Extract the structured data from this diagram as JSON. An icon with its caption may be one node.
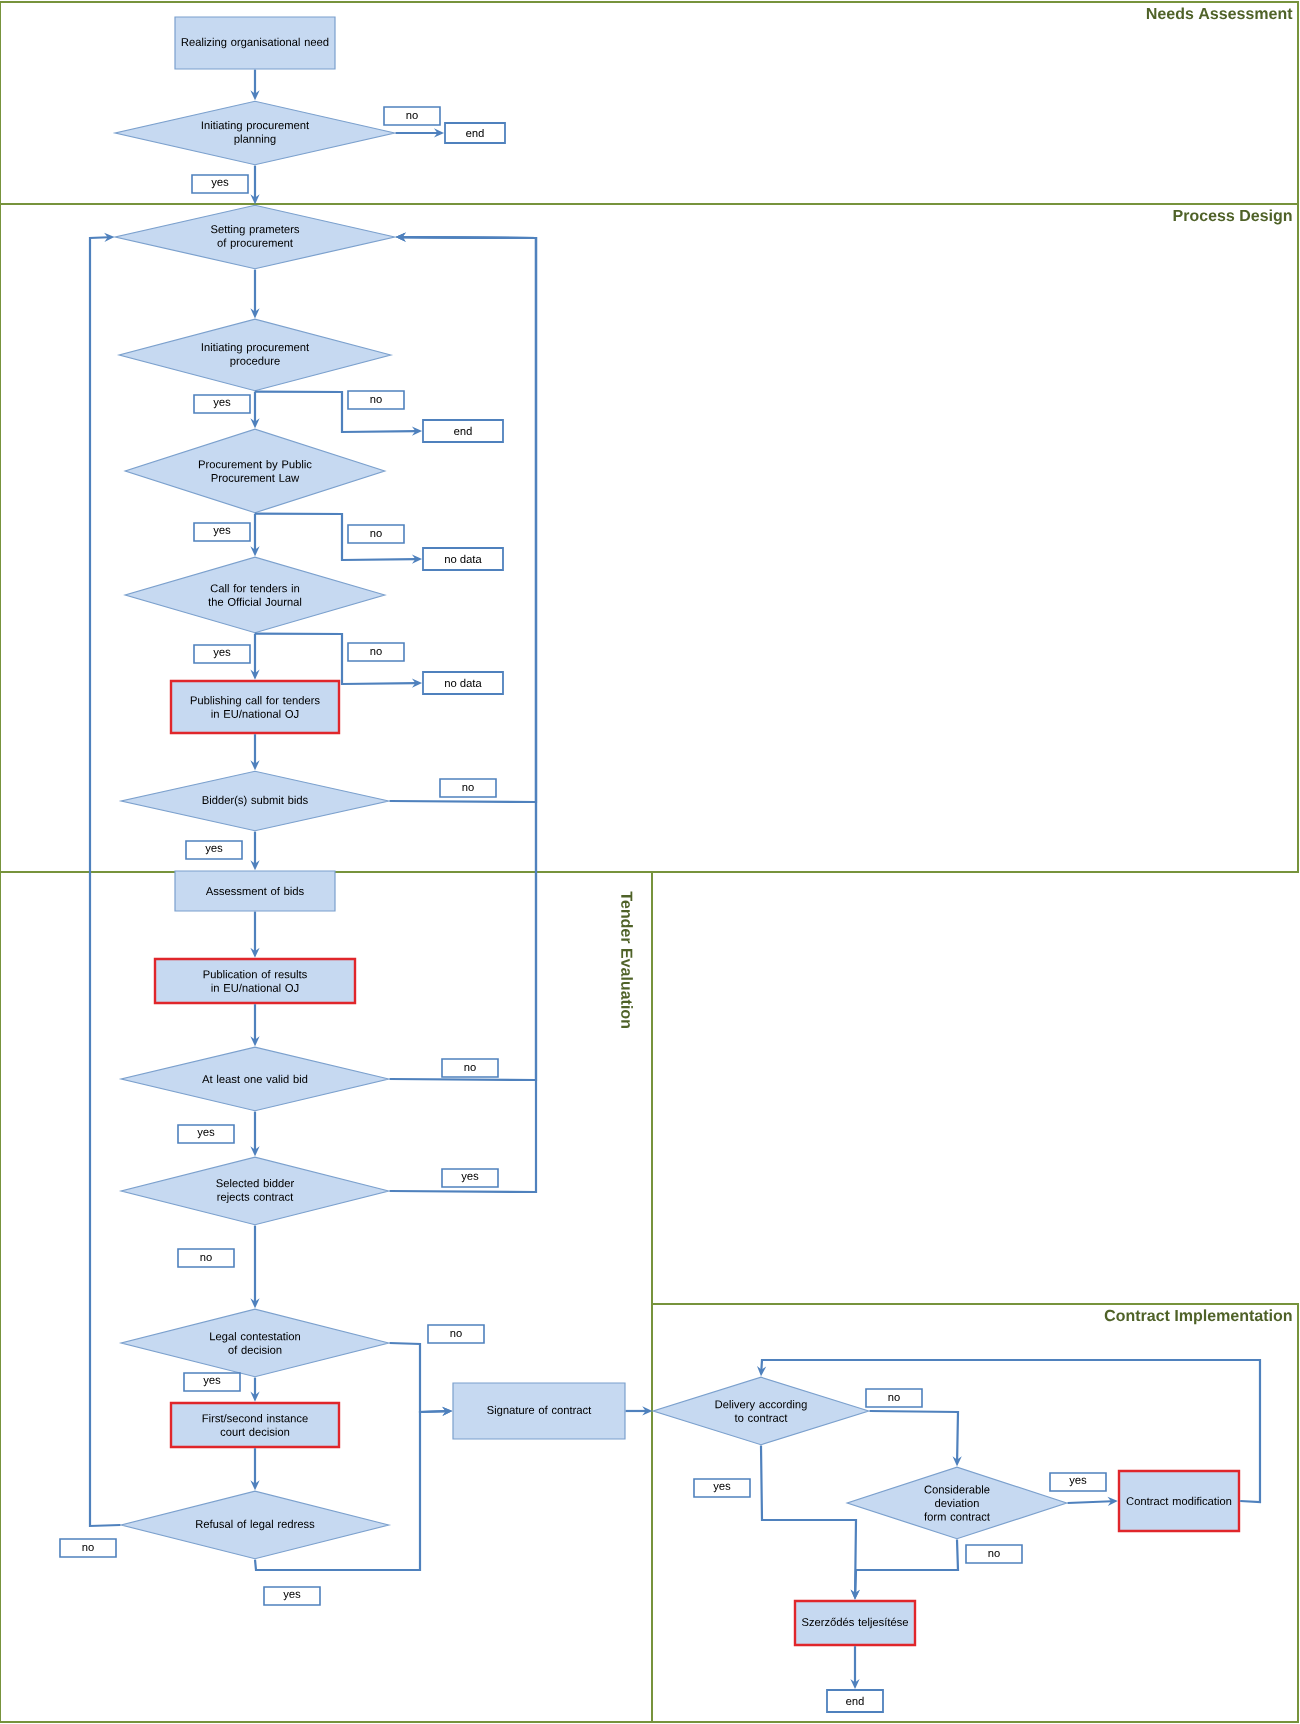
{
  "diagram": {
    "nodes": [
      {
        "text": [
          "Needs Assessment"
        ]
      },
      {
        "text": [
          "Process Design"
        ]
      },
      {
        "text": [
          "Tender Evaluation"
        ]
      },
      {
        "text": [
          "Contract Implementation"
        ]
      },
      {
        "text": [
          "Realizing organisational need"
        ],
        "in": 0
      },
      {
        "text": [
          "Initiating procurement planning"
        ],
        "in": 0
      },
      {
        "text": [
          "end"
        ],
        "in": 0
      },
      {
        "text": [
          "Setting prameters of procurement"
        ],
        "in": 1
      },
      {
        "text": [
          "Initiating procurement procedure"
        ],
        "in": 1
      },
      {
        "text": [
          "end"
        ],
        "in": 1
      },
      {
        "text": [
          "Procurement by Public Procurement Law"
        ],
        "in": 1
      },
      {
        "text": [
          "no data"
        ],
        "in": 1
      },
      {
        "text": [
          "Call for tenders in the Official Journal"
        ],
        "in": 1
      },
      {
        "text": [
          "no data"
        ],
        "in": 1
      },
      {
        "text": [
          "Publishing call for tenders in EU/national OJ"
        ],
        "in": 1
      },
      {
        "text": [
          "Bidder(s) submit bids"
        ],
        "in": 1
      },
      {
        "text": [
          "Assessment of bids"
        ],
        "in": 2
      },
      {
        "text": [
          "Publication of results in EU/national OJ"
        ],
        "in": 2
      },
      {
        "text": [
          "At least one valid bid"
        ],
        "in": 2
      },
      {
        "text": [
          "Selected bidder rejects contract"
        ],
        "in": 2
      },
      {
        "text": [
          "Legal contestation of decision"
        ],
        "in": 2
      },
      {
        "text": [
          "First/second instance court decision"
        ],
        "in": 2
      },
      {
        "text": [
          "Refusal of legal redress"
        ],
        "in": 2
      },
      {
        "text": [
          "Signature of contract"
        ],
        "in": 2
      },
      {
        "text": [
          "Delivery according to contract"
        ],
        "in": 3
      },
      {
        "text": [
          "Considerable deviation form contract"
        ],
        "in": 3
      },
      {
        "text": [
          "Contract modification"
        ],
        "in": 3
      },
      {
        "text": [
          "Szerződés teljesítése"
        ],
        "in": 3
      },
      {
        "text": [
          "end"
        ],
        "in": 3
      }
    ],
    "edges": [
      {
        "from": 4,
        "to": 5,
        "arrow": "to"
      },
      {
        "from": 5,
        "to": 6,
        "arrow": "to",
        "label": "no"
      },
      {
        "from": 5,
        "to": 7,
        "arrow": "to",
        "label": "yes"
      },
      {
        "from": 7,
        "to": 8,
        "arrow": "to"
      },
      {
        "from": 8,
        "to": 10,
        "arrow": "to",
        "label": "yes"
      },
      {
        "from": 8,
        "to": 9,
        "arrow": "to",
        "label": "no"
      },
      {
        "from": 10,
        "to": 12,
        "arrow": "to",
        "label": "yes"
      },
      {
        "from": 10,
        "to": 11,
        "arrow": "to",
        "label": "no"
      },
      {
        "from": 12,
        "to": 14,
        "arrow": "to",
        "label": "yes"
      },
      {
        "from": 12,
        "to": 13,
        "arrow": "to",
        "label": "no"
      },
      {
        "from": 14,
        "to": 15,
        "arrow": "to"
      },
      {
        "from": 15,
        "to": 7,
        "arrow": "to",
        "label": "no"
      },
      {
        "from": 15,
        "to": 16,
        "arrow": "to",
        "label": "yes"
      },
      {
        "from": 16,
        "to": 17,
        "arrow": "to"
      },
      {
        "from": 17,
        "to": 18,
        "arrow": "to"
      },
      {
        "from": 18,
        "to": 7,
        "arrow": "to",
        "label": "no"
      },
      {
        "from": 18,
        "to": 19,
        "arrow": "to",
        "label": "yes"
      },
      {
        "from": 19,
        "to": 7,
        "arrow": "to",
        "label": "yes"
      },
      {
        "from": 19,
        "to": 20,
        "arrow": "to",
        "label": "no"
      },
      {
        "from": 20,
        "to": 21,
        "arrow": "to",
        "label": "yes"
      },
      {
        "from": 20,
        "to": 23,
        "arrow": "to",
        "label": "no"
      },
      {
        "from": 21,
        "to": 22,
        "arrow": "to"
      },
      {
        "from": 22,
        "to": 7,
        "arrow": "to",
        "label": "no"
      },
      {
        "from": 22,
        "to": 23,
        "arrow": "to",
        "label": "yes"
      },
      {
        "from": 23,
        "to": 24,
        "arrow": "to"
      },
      {
        "from": 24,
        "to": 25,
        "arrow": "to",
        "label": "no"
      },
      {
        "from": 24,
        "to": 27,
        "arrow": "to",
        "label": "yes"
      },
      {
        "from": 25,
        "to": 26,
        "arrow": "to",
        "label": "yes"
      },
      {
        "from": 25,
        "to": 27,
        "arrow": "to",
        "label": "no"
      },
      {
        "from": 26,
        "to": 24,
        "arrow": "to"
      },
      {
        "from": 27,
        "to": 28,
        "arrow": "to"
      }
    ]
  }
}
